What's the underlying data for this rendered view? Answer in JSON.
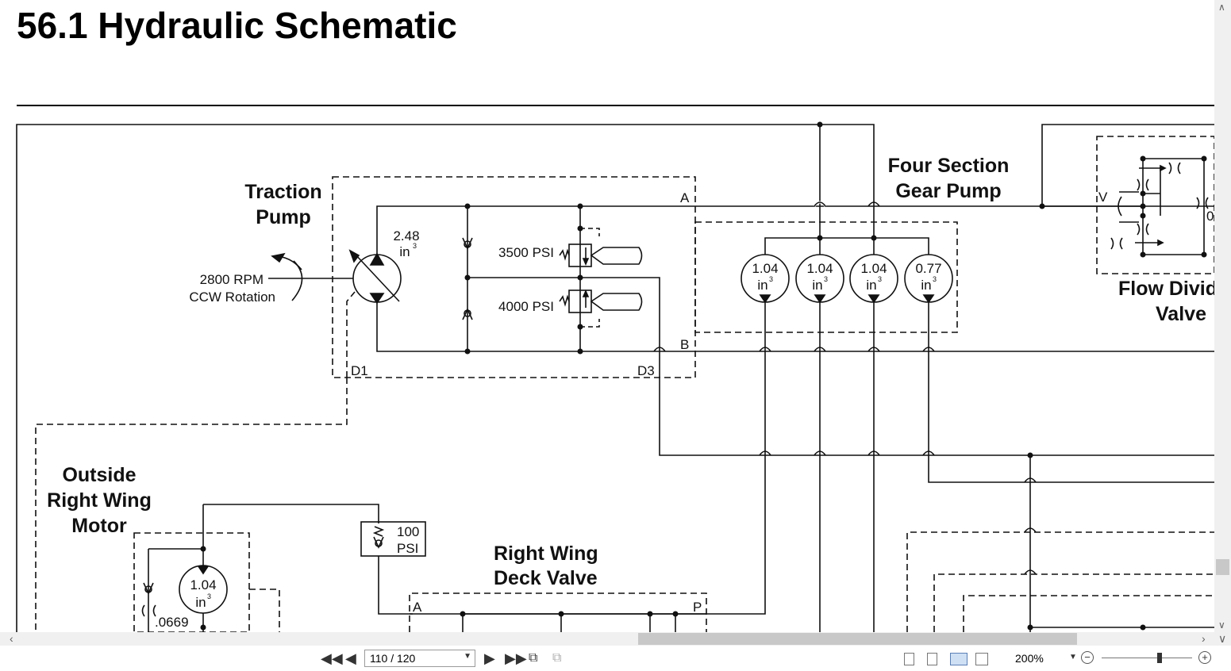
{
  "document": {
    "title": "56.1 Hydraulic Schematic"
  },
  "schematic": {
    "labels": {
      "traction_pump_l1": "Traction",
      "traction_pump_l2": "Pump",
      "rpm": "2800 RPM",
      "rotation": "CCW Rotation",
      "pump_disp": "2.48",
      "pump_unit": "in",
      "relief_high": "3500 PSI",
      "relief_low": "4000 PSI",
      "port_a": "A",
      "port_b": "B",
      "port_d1": "D1",
      "port_d3": "D3",
      "gear_pump_l1": "Four Section",
      "gear_pump_l2": "Gear Pump",
      "flow_divider_l1": "Flow Divider",
      "flow_divider_l2": "Valve",
      "port_v": "V",
      "orifice_partial": "0",
      "outside_motor_l1": "Outside",
      "outside_motor_l2": "Right Wing",
      "outside_motor_l3": "Motor",
      "motor_disp": "1.04",
      "motor_orifice": ".0669",
      "check_psi_val": "100",
      "check_psi_unit": "PSI",
      "deck_valve_l1": "Right Wing",
      "deck_valve_l2": "Deck Valve",
      "deck_port_a": "A",
      "deck_port_p": "P",
      "unit_in": "in",
      "unit_sup": "3"
    },
    "gear_sections": [
      {
        "disp": "1.04"
      },
      {
        "disp": "1.04"
      },
      {
        "disp": "1.04"
      },
      {
        "disp": "0.77"
      }
    ]
  },
  "viewer": {
    "page_indicator": "110 / 120",
    "zoom_level": "200%"
  }
}
